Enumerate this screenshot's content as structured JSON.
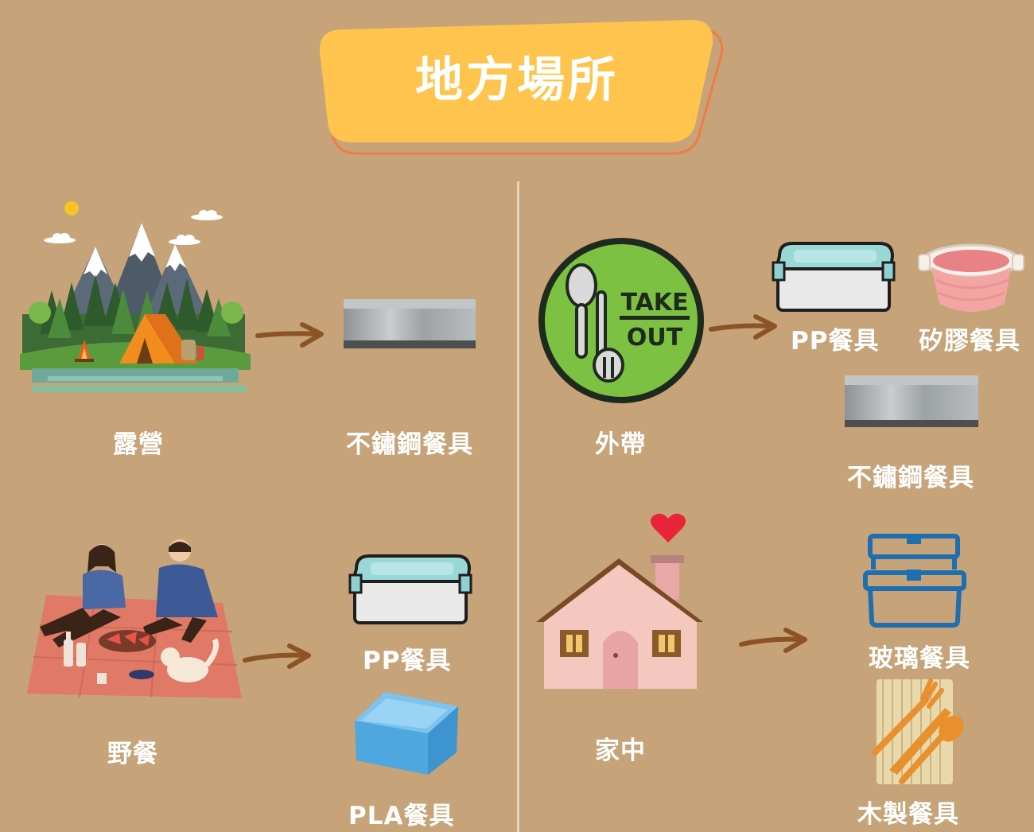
{
  "title": "地方場所",
  "places": {
    "camping": "露營",
    "takeout": "外帶",
    "picnic": "野餐",
    "home": "家中"
  },
  "takeout_logo": {
    "line1": "TAKE",
    "line2": "OUT"
  },
  "tableware": {
    "camping_stainless": "不鏽鋼餐具",
    "takeout_pp": "PP餐具",
    "takeout_silicone": "矽膠餐具",
    "takeout_stainless": "不鏽鋼餐具",
    "picnic_pp": "PP餐具",
    "picnic_pla": "PLA餐具",
    "home_glass": "玻璃餐具",
    "home_wood": "木製餐具"
  },
  "colors": {
    "background": "#c6a378",
    "title_banner": "#ffc44d",
    "title_outline": "#ef7b45",
    "arrow": "#8c5426",
    "divider": "#e6d4bd"
  }
}
